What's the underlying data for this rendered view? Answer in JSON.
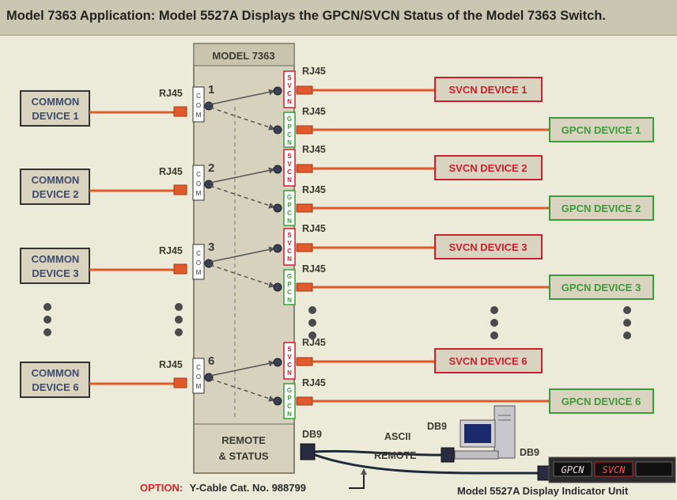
{
  "title": "Model 7363 Application: Model 5527A Displays the GPCN/SVCN Status of the Model 7363 Switch.",
  "model_label": "MODEL 7363",
  "remote_label_line1": "REMOTE",
  "remote_label_line2": "& STATUS",
  "rj45": "RJ45",
  "com_letters": [
    "C",
    "O",
    "M"
  ],
  "svcn_letters": [
    "S",
    "V",
    "C",
    "N"
  ],
  "gpcn_letters": [
    "G",
    "P",
    "C",
    "N"
  ],
  "channels": [
    {
      "num": "1",
      "common_line1": "COMMON",
      "common_line2": "DEVICE 1",
      "svcn": "SVCN DEVICE 1",
      "gpcn": "GPCN DEVICE 1"
    },
    {
      "num": "2",
      "common_line1": "COMMON",
      "common_line2": "DEVICE 2",
      "svcn": "SVCN DEVICE 2",
      "gpcn": "GPCN DEVICE 2"
    },
    {
      "num": "3",
      "common_line1": "COMMON",
      "common_line2": "DEVICE 3",
      "svcn": "SVCN DEVICE 3",
      "gpcn": "GPCN DEVICE 3"
    },
    {
      "num": "6",
      "common_line1": "COMMON",
      "common_line2": "DEVICE 6",
      "svcn": "SVCN DEVICE 6",
      "gpcn": "GPCN DEVICE 6"
    }
  ],
  "db9": "DB9",
  "ascii": "ASCII",
  "remote": "REMOTE",
  "option_label": "OPTION:",
  "option_text": "Y-Cable Cat. No. 988799",
  "display_unit_label": "Model 5527A Display Indicator Unit",
  "display_gpcn": "GPCN",
  "display_svcn": "SVCN",
  "colors": {
    "svcn": "#c8202e",
    "gpcn": "#3c9a3c",
    "cable": "#e05a2b",
    "box_fill": "#d9d4bf"
  }
}
